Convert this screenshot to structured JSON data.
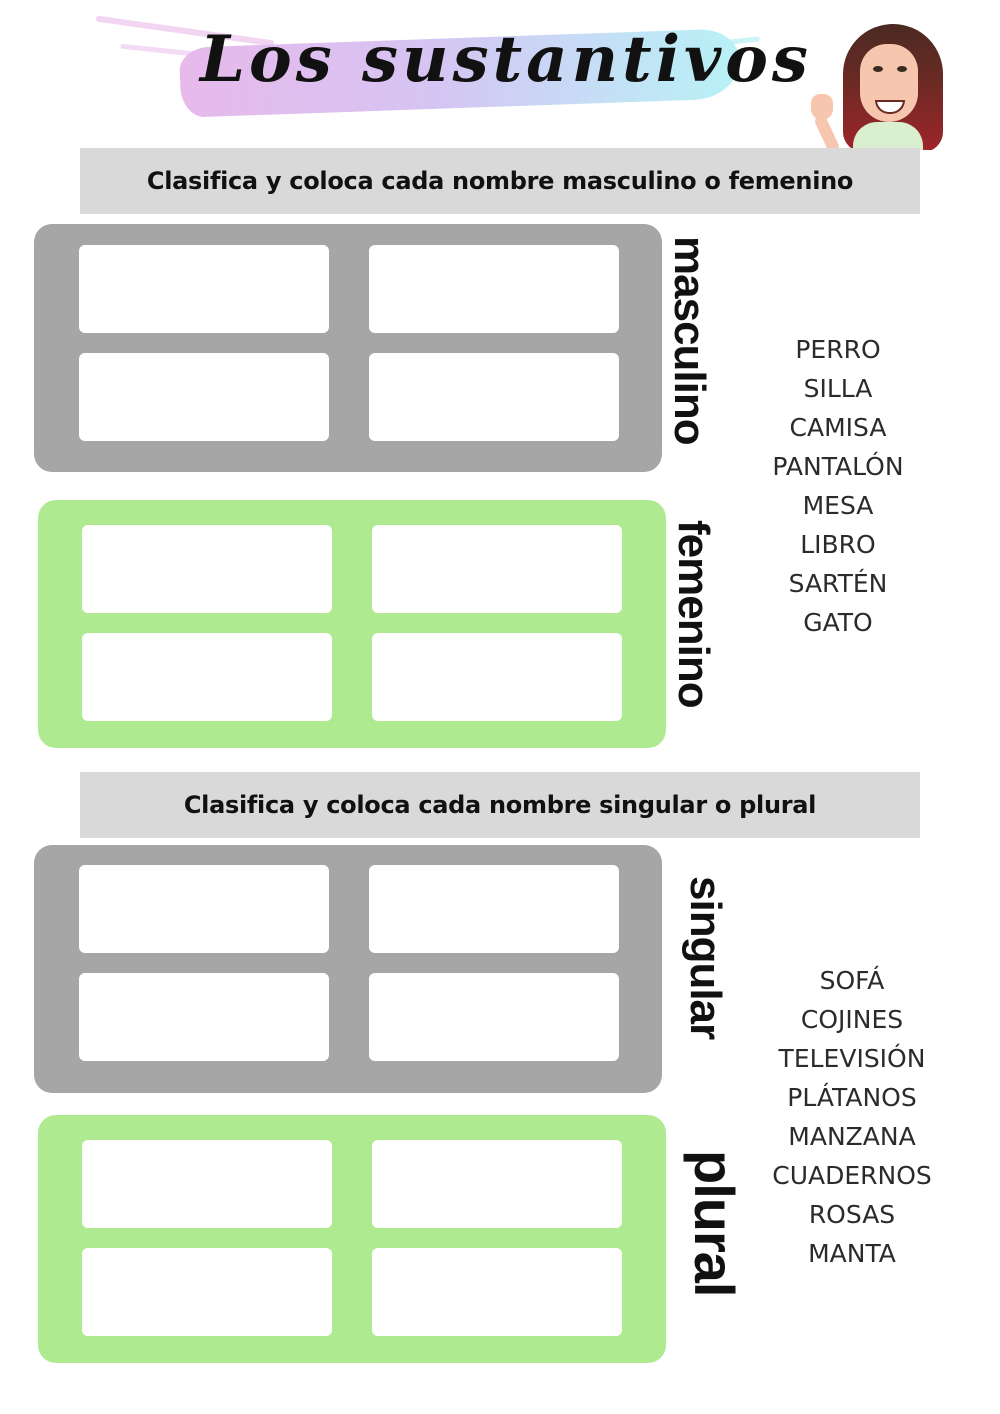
{
  "header": {
    "title": "Los sustantivos",
    "avatar": "waving-girl-avatar"
  },
  "sections": [
    {
      "instruction": "Clasifica y coloca cada nombre masculino o femenino",
      "groups": [
        {
          "label": "masculino",
          "color": "#a6a6a6",
          "slots": [
            "",
            "",
            "",
            ""
          ]
        },
        {
          "label": "femenino",
          "color": "#afea91",
          "slots": [
            "",
            "",
            "",
            ""
          ]
        }
      ],
      "words": [
        "PERRO",
        "SILLA",
        "CAMISA",
        "PANTALÓN",
        "MESA",
        "LIBRO",
        "SARTÉN",
        "GATO"
      ]
    },
    {
      "instruction": "Clasifica y coloca cada nombre singular o plural",
      "groups": [
        {
          "label": "singular",
          "color": "#a6a6a6",
          "slots": [
            "",
            "",
            "",
            ""
          ]
        },
        {
          "label": "plural",
          "color": "#afea91",
          "slots": [
            "",
            "",
            "",
            ""
          ]
        }
      ],
      "words": [
        "SOFÁ",
        "COJINES",
        "TELEVISIÓN",
        "PLÁTANOS",
        "MANZANA",
        "CUADERNOS",
        "ROSAS",
        "MANTA"
      ]
    }
  ],
  "colors": {
    "banner_bg": "#d9d9d9",
    "gray_panel": "#a6a6a6",
    "green_panel": "#afea91",
    "brush_start": "#e6b6ea",
    "brush_end": "#b4f1f6"
  }
}
